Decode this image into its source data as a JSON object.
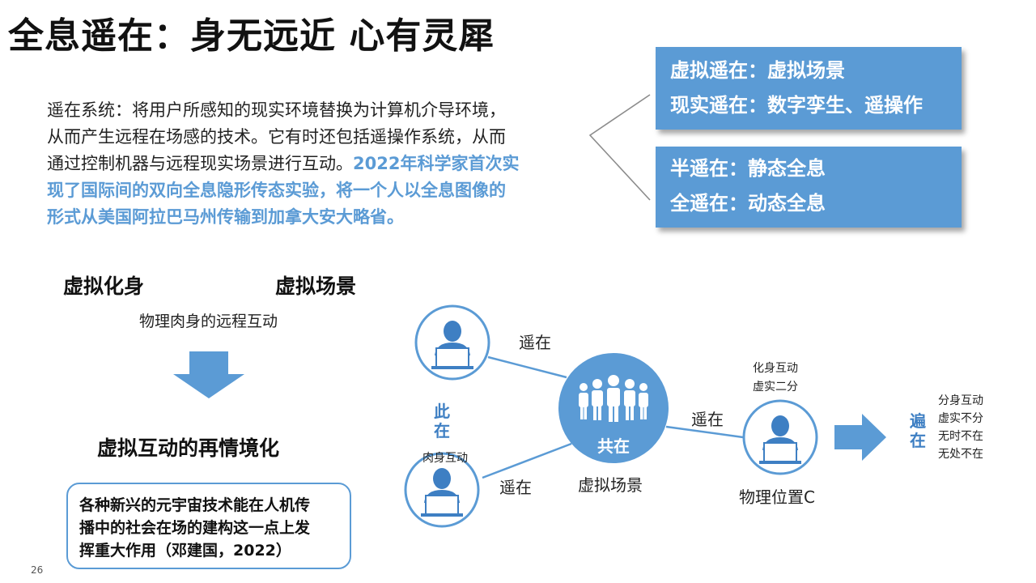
{
  "title": "全息遥在：身无远近 心有灵犀",
  "intro": {
    "lines": [
      "遥在系统：将用户所感知的现实环境替换为计算机介导环境，",
      "从而产生远程在场感的技术。它有时还包括遥操作系统，从而",
      "通过控制机器与远程现实场景进行互动。"
    ],
    "highlight_lines": [
      "2022年科学家首次实",
      "现了国际间的双向全息隐形传态实验，将一个人以全息图像的",
      "形式从美国阿拉巴马州传输到加拿大安大略省。"
    ]
  },
  "box1": {
    "line1": "虚拟遥在：虚拟场景",
    "line2": "现实遥在：数字孪生、遥操作"
  },
  "box2": {
    "line1": "半遥在：静态全息",
    "line2": "全遥在：动态全息"
  },
  "left_panel": {
    "heading1": "虚拟化身",
    "heading2": "虚拟场景",
    "subtitle": "物理肉身的远程互动",
    "heading3": "虚拟互动的再情境化",
    "quote_lines": [
      "各种新兴的元宇宙技术能在人机传",
      "播中的社会在场的建构这一点上发",
      "挥重大作用（邓建国，2022）"
    ]
  },
  "diagram": {
    "ci_zai": [
      "此",
      "在"
    ],
    "rou_shen": "肉身互动",
    "yao_zai_top": "遥在",
    "yao_zai_bottom": "遥在",
    "yao_zai_right": "遥在",
    "center_label": "共在",
    "center_caption": "虚拟场景",
    "right_top_1": "化身互动",
    "right_top_2": "虚实二分",
    "right_caption": "物理位置C",
    "bian_zai": [
      "遍",
      "在"
    ],
    "bian_list": [
      "分身互动",
      "虚实不分",
      "无时不在",
      "无处不在"
    ]
  },
  "colors": {
    "accent": "#5b9bd5",
    "accent_dark": "#3e7fc3",
    "node_ring": "#5b9bd5"
  },
  "icons": [
    "person-laptop-icon",
    "crowd-icon",
    "down-arrow-icon",
    "right-arrow-icon"
  ],
  "page_number": "26"
}
